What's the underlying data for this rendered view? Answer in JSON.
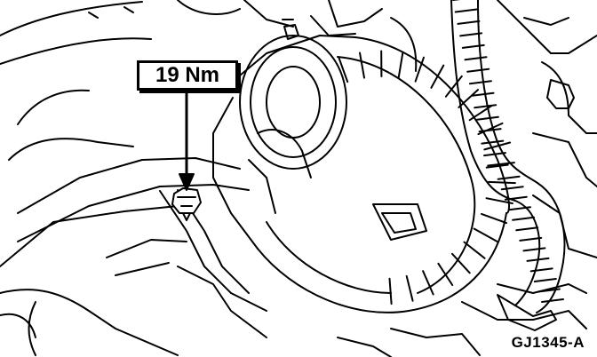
{
  "callout": {
    "torque_label": "19 Nm"
  },
  "figure": {
    "id": "GJ1345-A",
    "components": [
      "generator",
      "mounting-bolt",
      "wiring-harness-conduit",
      "mounting-bracket",
      "engine-block"
    ]
  },
  "colors": {
    "ink": "#000000",
    "paper": "#ffffff"
  }
}
